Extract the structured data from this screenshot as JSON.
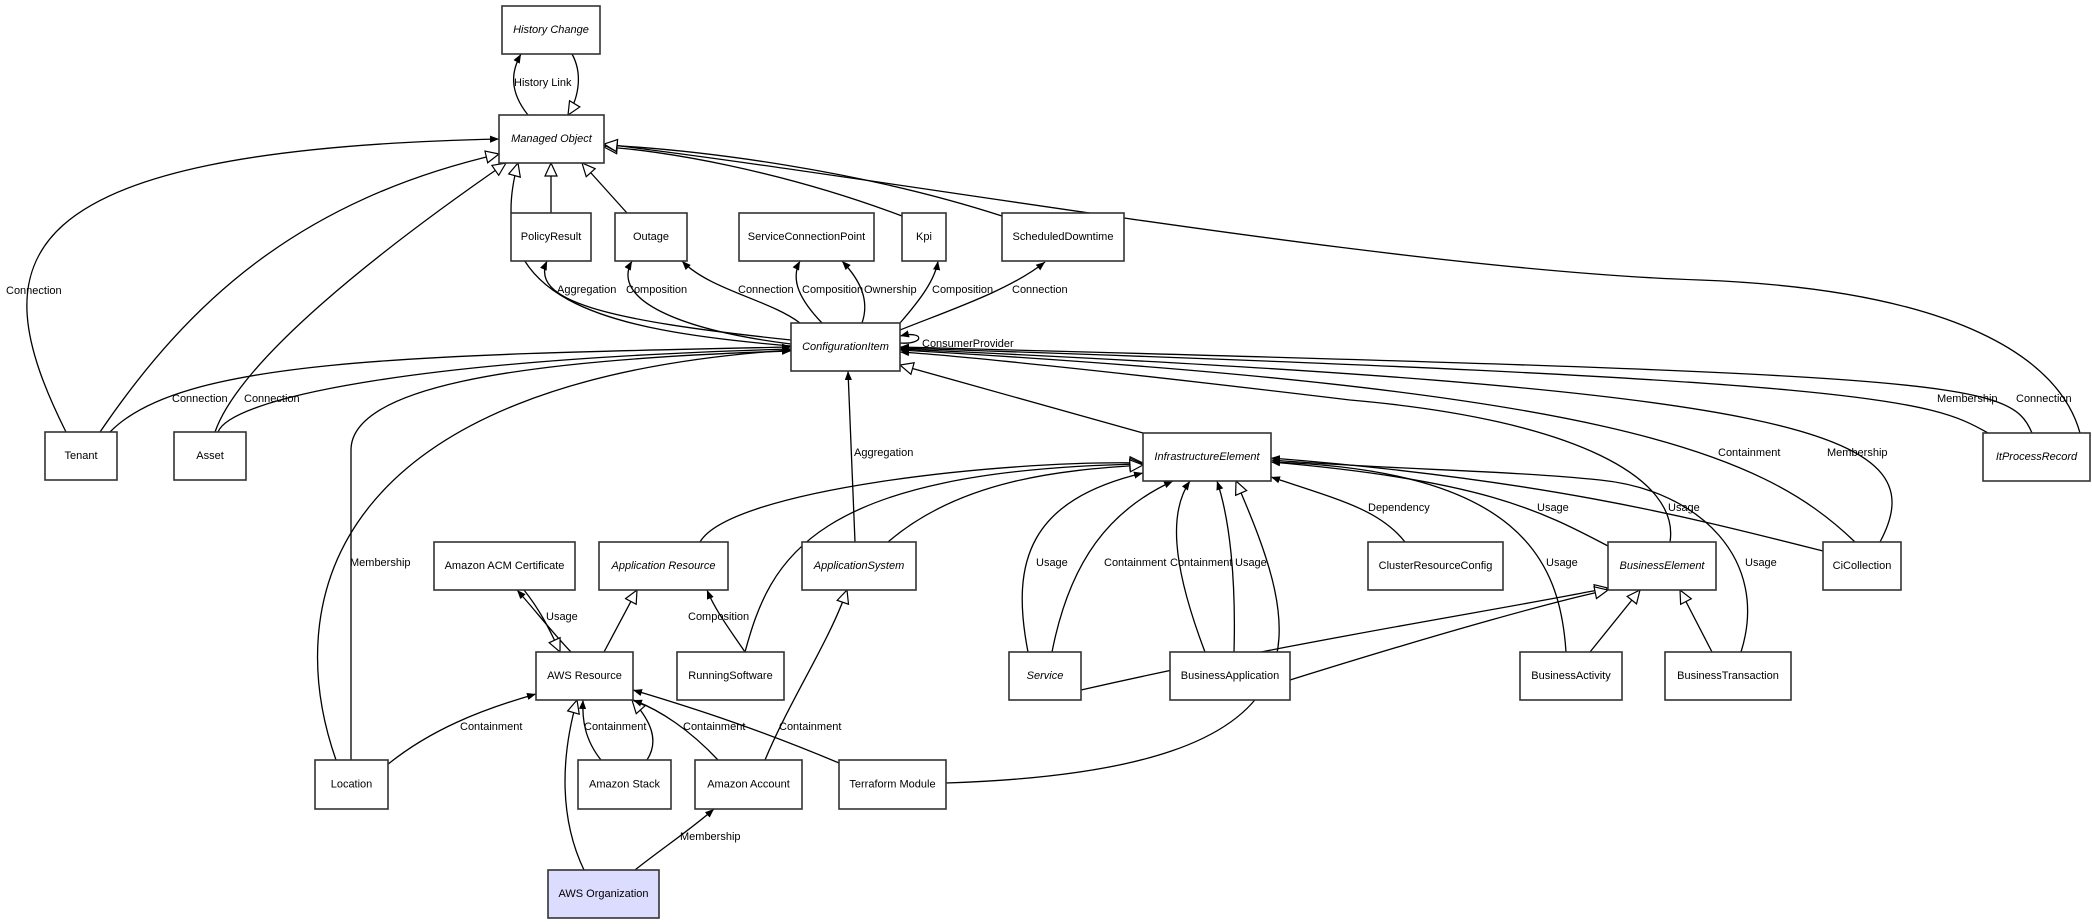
{
  "diagram": {
    "highlight_color": "#dcdcff",
    "nodes": [
      {
        "id": "history_change",
        "label": "History Change",
        "abstract": true
      },
      {
        "id": "managed_object",
        "label": "Managed Object",
        "abstract": true
      },
      {
        "id": "policy_result",
        "label": "PolicyResult",
        "abstract": false
      },
      {
        "id": "outage",
        "label": "Outage",
        "abstract": false
      },
      {
        "id": "service_connection_point",
        "label": "ServiceConnectionPoint",
        "abstract": false
      },
      {
        "id": "kpi",
        "label": "Kpi",
        "abstract": false
      },
      {
        "id": "scheduled_downtime",
        "label": "ScheduledDowntime",
        "abstract": false
      },
      {
        "id": "configuration_item",
        "label": "ConfigurationItem",
        "abstract": true
      },
      {
        "id": "tenant",
        "label": "Tenant",
        "abstract": false
      },
      {
        "id": "asset",
        "label": "Asset",
        "abstract": false
      },
      {
        "id": "infrastructure_element",
        "label": "InfrastructureElement",
        "abstract": true
      },
      {
        "id": "it_process_record",
        "label": "ItProcessRecord",
        "abstract": true
      },
      {
        "id": "amazon_acm_certificate",
        "label": "Amazon ACM Certificate",
        "abstract": false
      },
      {
        "id": "application_resource",
        "label": "Application Resource",
        "abstract": true
      },
      {
        "id": "application_system",
        "label": "ApplicationSystem",
        "abstract": true
      },
      {
        "id": "cluster_resource_config",
        "label": "ClusterResourceConfig",
        "abstract": false
      },
      {
        "id": "business_element",
        "label": "BusinessElement",
        "abstract": true
      },
      {
        "id": "ci_collection",
        "label": "CiCollection",
        "abstract": false
      },
      {
        "id": "aws_resource",
        "label": "AWS Resource",
        "abstract": false
      },
      {
        "id": "running_software",
        "label": "RunningSoftware",
        "abstract": false
      },
      {
        "id": "service",
        "label": "Service",
        "abstract": true
      },
      {
        "id": "business_application",
        "label": "BusinessApplication",
        "abstract": false
      },
      {
        "id": "business_activity",
        "label": "BusinessActivity",
        "abstract": false
      },
      {
        "id": "business_transaction",
        "label": "BusinessTransaction",
        "abstract": false
      },
      {
        "id": "location",
        "label": "Location",
        "abstract": false
      },
      {
        "id": "amazon_stack",
        "label": "Amazon Stack",
        "abstract": false
      },
      {
        "id": "amazon_account",
        "label": "Amazon Account",
        "abstract": false
      },
      {
        "id": "terraform_module",
        "label": "Terraform Module",
        "abstract": false
      },
      {
        "id": "aws_organization",
        "label": "AWS Organization",
        "abstract": false,
        "highlighted": true
      }
    ],
    "edges": [
      {
        "from": "managed_object",
        "to": "history_change",
        "type": "association",
        "label": "History Link"
      },
      {
        "from": "history_change",
        "to": "managed_object",
        "type": "inheritance",
        "label": ""
      },
      {
        "from": "tenant",
        "to": "managed_object",
        "type": "association",
        "label": "Connection"
      },
      {
        "from": "tenant",
        "to": "managed_object",
        "type": "inheritance",
        "label": ""
      },
      {
        "from": "asset",
        "to": "managed_object",
        "type": "inheritance",
        "label": ""
      },
      {
        "from": "configuration_item",
        "to": "managed_object",
        "type": "inheritance",
        "label": ""
      },
      {
        "from": "policy_result",
        "to": "managed_object",
        "type": "inheritance",
        "label": ""
      },
      {
        "from": "outage",
        "to": "managed_object",
        "type": "inheritance",
        "label": ""
      },
      {
        "from": "kpi",
        "to": "managed_object",
        "type": "inheritance",
        "label": ""
      },
      {
        "from": "scheduled_downtime",
        "to": "managed_object",
        "type": "inheritance",
        "label": ""
      },
      {
        "from": "it_process_record",
        "to": "managed_object",
        "type": "inheritance",
        "label": ""
      },
      {
        "from": "configuration_item",
        "to": "policy_result",
        "type": "association",
        "label": "Aggregation"
      },
      {
        "from": "configuration_item",
        "to": "outage",
        "type": "association",
        "label": "Composition"
      },
      {
        "from": "configuration_item",
        "to": "outage",
        "type": "association",
        "label": "Connection"
      },
      {
        "from": "configuration_item",
        "to": "service_connection_point",
        "type": "association",
        "label": "Composition"
      },
      {
        "from": "configuration_item",
        "to": "service_connection_point",
        "type": "association",
        "label": "Ownership"
      },
      {
        "from": "configuration_item",
        "to": "kpi",
        "type": "association",
        "label": "Composition"
      },
      {
        "from": "configuration_item",
        "to": "scheduled_downtime",
        "type": "association",
        "label": "Connection"
      },
      {
        "from": "configuration_item",
        "to": "configuration_item",
        "type": "association",
        "label": "ConsumerProvider"
      },
      {
        "from": "tenant",
        "to": "configuration_item",
        "type": "association",
        "label": "Connection"
      },
      {
        "from": "asset",
        "to": "configuration_item",
        "type": "association",
        "label": "Connection"
      },
      {
        "from": "location",
        "to": "configuration_item",
        "type": "association",
        "label": "Membership"
      },
      {
        "from": "location",
        "to": "configuration_item",
        "type": "association",
        "label": ""
      },
      {
        "from": "application_system",
        "to": "configuration_item",
        "type": "association",
        "label": "Aggregation"
      },
      {
        "from": "infrastructure_element",
        "to": "configuration_item",
        "type": "inheritance",
        "label": ""
      },
      {
        "from": "business_element",
        "to": "configuration_item",
        "type": "association",
        "label": ""
      },
      {
        "from": "ci_collection",
        "to": "configuration_item",
        "type": "association",
        "label": "Containment"
      },
      {
        "from": "ci_collection",
        "to": "configuration_item",
        "type": "association",
        "label": "Membership"
      },
      {
        "from": "it_process_record",
        "to": "configuration_item",
        "type": "association",
        "label": "Membership"
      },
      {
        "from": "it_process_record",
        "to": "configuration_item",
        "type": "association",
        "label": "Connection"
      },
      {
        "from": "application_resource",
        "to": "infrastructure_element",
        "type": "inheritance",
        "label": ""
      },
      {
        "from": "running_software",
        "to": "infrastructure_element",
        "type": "inheritance",
        "label": ""
      },
      {
        "from": "application_system",
        "to": "infrastructure_element",
        "type": "inheritance",
        "label": ""
      },
      {
        "from": "service",
        "to": "infrastructure_element",
        "type": "association",
        "label": "Usage"
      },
      {
        "from": "service",
        "to": "infrastructure_element",
        "type": "association",
        "label": "Containment"
      },
      {
        "from": "business_application",
        "to": "infrastructure_element",
        "type": "association",
        "label": "Containment"
      },
      {
        "from": "business_application",
        "to": "infrastructure_element",
        "type": "association",
        "label": "Usage"
      },
      {
        "from": "terraform_module",
        "to": "infrastructure_element",
        "type": "inheritance",
        "label": ""
      },
      {
        "from": "cluster_resource_config",
        "to": "infrastructure_element",
        "type": "association",
        "label": "Dependency"
      },
      {
        "from": "business_element",
        "to": "infrastructure_element",
        "type": "association",
        "label": "Usage"
      },
      {
        "from": "business_activity",
        "to": "infrastructure_element",
        "type": "association",
        "label": "Usage"
      },
      {
        "from": "business_transaction",
        "to": "infrastructure_element",
        "type": "association",
        "label": "Usage"
      },
      {
        "from": "ci_collection",
        "to": "infrastructure_element",
        "type": "association",
        "label": "Usage"
      },
      {
        "from": "service",
        "to": "business_element",
        "type": "inheritance",
        "label": ""
      },
      {
        "from": "business_application",
        "to": "business_element",
        "type": "inheritance",
        "label": ""
      },
      {
        "from": "business_activity",
        "to": "business_element",
        "type": "inheritance",
        "label": ""
      },
      {
        "from": "business_transaction",
        "to": "business_element",
        "type": "inheritance",
        "label": ""
      },
      {
        "from": "aws_resource",
        "to": "amazon_acm_certificate",
        "type": "association",
        "label": "Usage"
      },
      {
        "from": "amazon_acm_certificate",
        "to": "aws_resource",
        "type": "inheritance",
        "label": ""
      },
      {
        "from": "aws_resource",
        "to": "application_resource",
        "type": "inheritance",
        "label": ""
      },
      {
        "from": "running_software",
        "to": "application_resource",
        "type": "association",
        "label": "Composition"
      },
      {
        "from": "amazon_account",
        "to": "application_system",
        "type": "inheritance",
        "label": ""
      },
      {
        "from": "location",
        "to": "aws_resource",
        "type": "association",
        "label": "Containment"
      },
      {
        "from": "amazon_stack",
        "to": "aws_resource",
        "type": "association",
        "label": "Containment"
      },
      {
        "from": "amazon_stack",
        "to": "aws_resource",
        "type": "inheritance",
        "label": ""
      },
      {
        "from": "amazon_account",
        "to": "aws_resource",
        "type": "association",
        "label": "Containment"
      },
      {
        "from": "terraform_module",
        "to": "aws_resource",
        "type": "association",
        "label": "Containment"
      },
      {
        "from": "aws_organization",
        "to": "aws_resource",
        "type": "inheritance",
        "label": ""
      },
      {
        "from": "aws_organization",
        "to": "amazon_account",
        "type": "association",
        "label": "Membership"
      }
    ]
  }
}
